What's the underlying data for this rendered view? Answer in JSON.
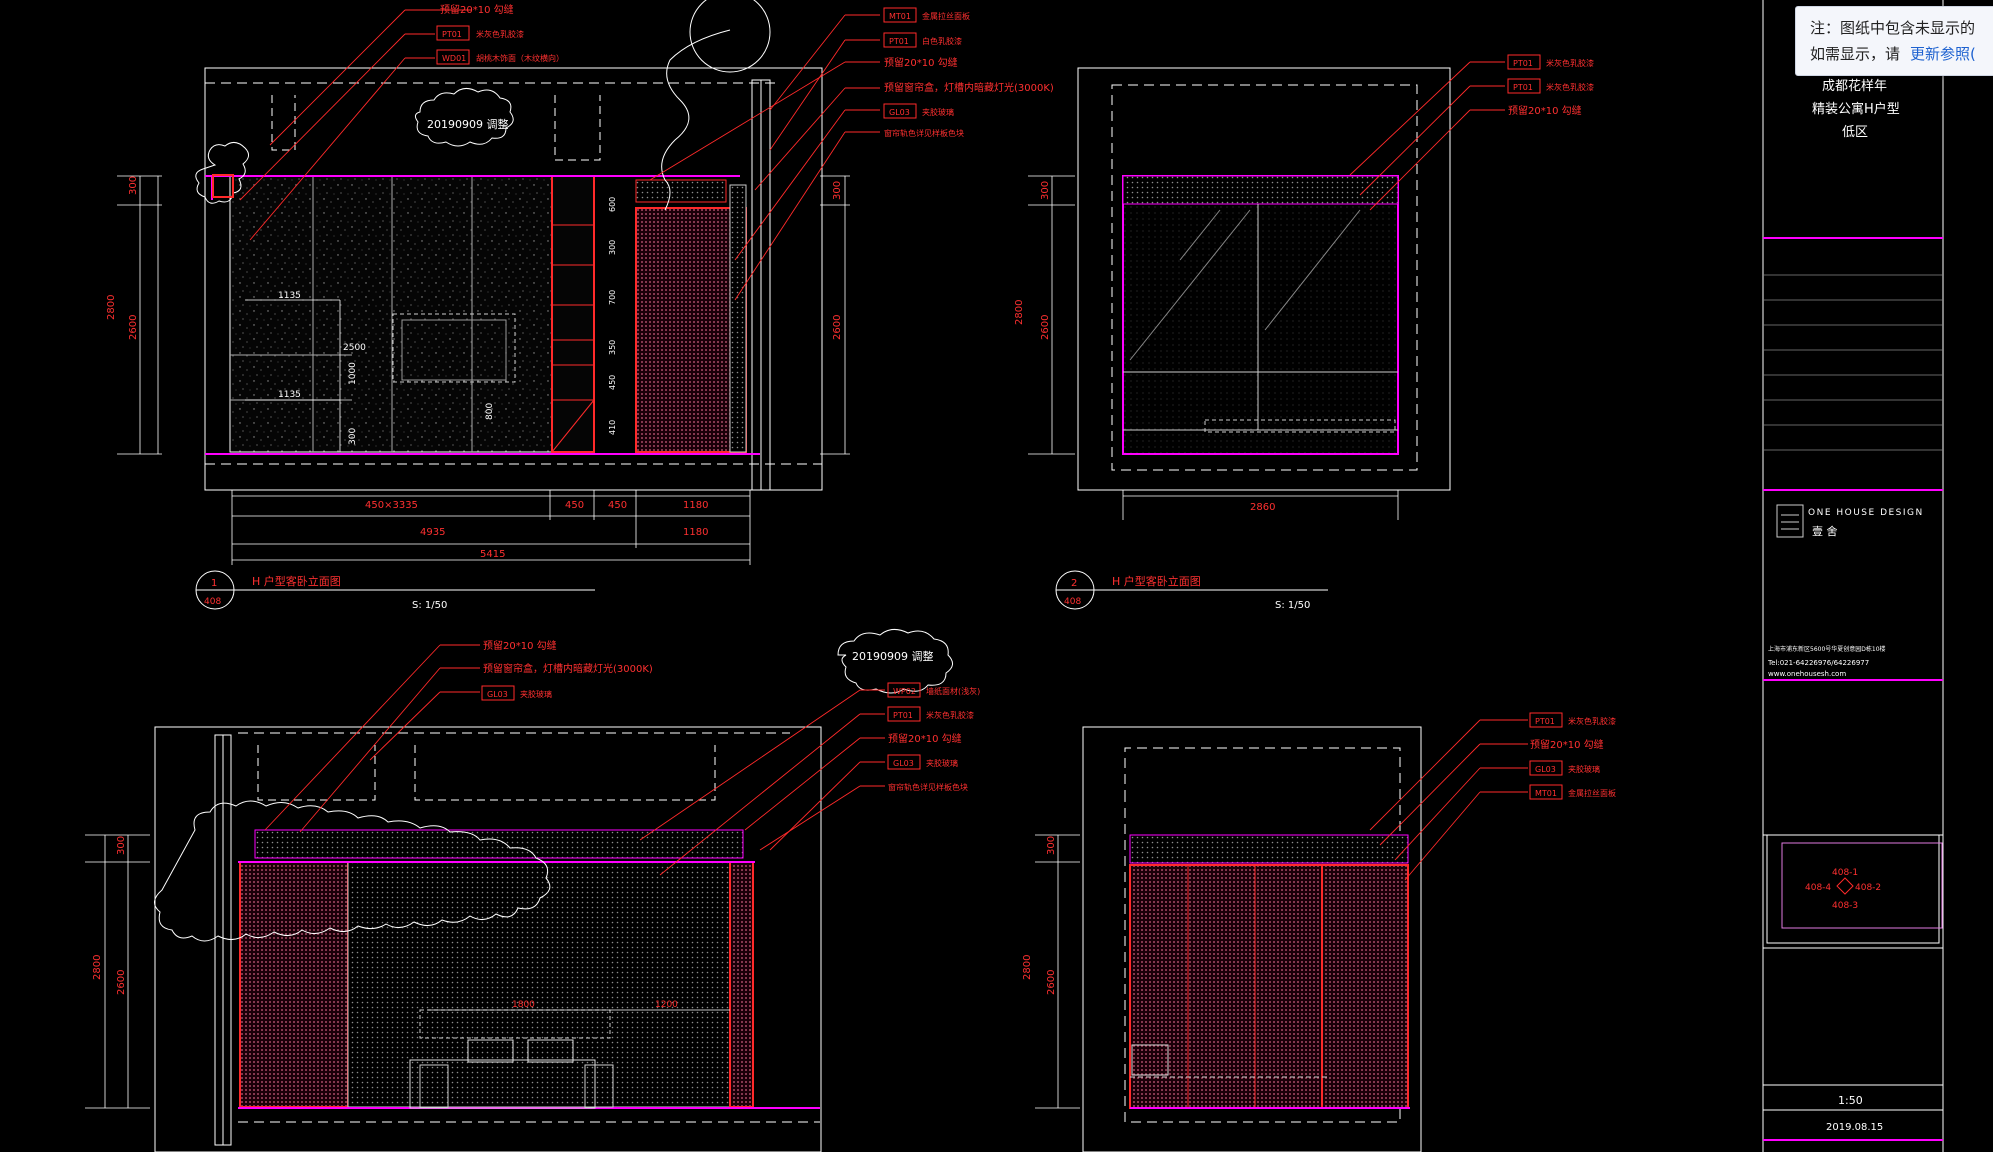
{
  "notice": {
    "line1": "注：图纸中包含未显示的",
    "line2": "如需显示，请",
    "link": "更新参照("
  },
  "titleblock": {
    "project1": "成都花样年",
    "project2": "精装公寓H户型",
    "project3": "低区",
    "brand": "ONE HOUSE DESIGN",
    "brand_cn": "壹  舍",
    "address": "上海市浦东新区5600号华夏创意园D栋10楼",
    "tel": "Tel:021-64226976/64226977",
    "web": "www.onehousesh.com",
    "scale": "1:50",
    "date": "2019.08.15",
    "keyplan": [
      "408-1",
      "408-4",
      "408-2",
      "408-3"
    ]
  },
  "views": [
    {
      "num": "1",
      "sheet": "408",
      "title": "H 户型客卧立面图",
      "scale": "S: 1/50"
    },
    {
      "num": "2",
      "sheet": "408",
      "title": "H 户型客卧立面图",
      "scale": "S: 1/50"
    }
  ],
  "revision_clouds": [
    "20190909 调整",
    "20190909 调整"
  ],
  "callouts_v1_left": [
    "预留20*10 勾缝",
    "PT01",
    "米灰色乳胶漆",
    "WD01",
    "胡桃木饰面（木纹横向）"
  ],
  "callouts_v1_right": [
    {
      "tag": "MT01",
      "text": "金属拉丝面板"
    },
    {
      "tag": "PT01",
      "text": "白色乳胶漆"
    },
    {
      "tag": "",
      "text": "预留20*10 勾缝"
    },
    {
      "tag": "",
      "text": "预留窗帘盒，灯槽内暗藏灯光(3000K)"
    },
    {
      "tag": "GL03",
      "text": "夹胶玻璃"
    },
    {
      "tag": "",
      "text": "窗帘轨色详见样板色块"
    }
  ],
  "callouts_v2": [
    {
      "tag": "PT01",
      "text": "米灰色乳胶漆"
    },
    {
      "tag": "PT01",
      "text": "米灰色乳胶漆"
    },
    {
      "tag": "",
      "text": "预留20*10 勾缝"
    }
  ],
  "callouts_v3_left": [
    "预留20*10 勾缝",
    "预留窗帘盒，灯槽内暗藏灯光(3000K)",
    "GL03",
    "夹胶玻璃"
  ],
  "callouts_v3_right": [
    {
      "tag": "WP02",
      "text": "墙纸面材(浅灰)"
    },
    {
      "tag": "PT01",
      "text": "米灰色乳胶漆"
    },
    {
      "tag": "",
      "text": "预留20*10 勾缝"
    },
    {
      "tag": "GL03",
      "text": "夹胶玻璃"
    },
    {
      "tag": "",
      "text": "窗帘轨色详见样板色块"
    }
  ],
  "callouts_v4": [
    {
      "tag": "PT01",
      "text": "米灰色乳胶漆"
    },
    {
      "tag": "",
      "text": "预留20*10 勾缝"
    },
    {
      "tag": "GL03",
      "text": "夹胶玻璃"
    },
    {
      "tag": "MT01",
      "text": "金属拉丝面板"
    }
  ],
  "dims_v1": {
    "bottom1": [
      "450×3335",
      "450",
      "450",
      "1180"
    ],
    "bottom2": [
      "4935",
      "1180"
    ],
    "bottom3": "5415",
    "left": [
      "300",
      "2800",
      "2600"
    ],
    "right": [
      "300",
      "2600"
    ],
    "inner": [
      "1135",
      "1135",
      "2500",
      "1000",
      "300",
      "800"
    ],
    "cabinet": [
      "600",
      "300",
      "700",
      "350",
      "450",
      "410"
    ]
  },
  "dims_v2": {
    "bottom": "2860",
    "left": [
      "300",
      "2800",
      "2600"
    ]
  },
  "dims_v3": {
    "left": [
      "300",
      "2800",
      "2600"
    ],
    "inner": [
      "1800",
      "1200"
    ]
  },
  "dims_v4": {
    "left": [
      "300",
      "2800",
      "2600"
    ]
  },
  "colors": {
    "bg": "#000000",
    "line": "#ffffff",
    "red": "#ff2a2a",
    "magenta": "#ff00ff",
    "cyan": "#00ffff"
  }
}
